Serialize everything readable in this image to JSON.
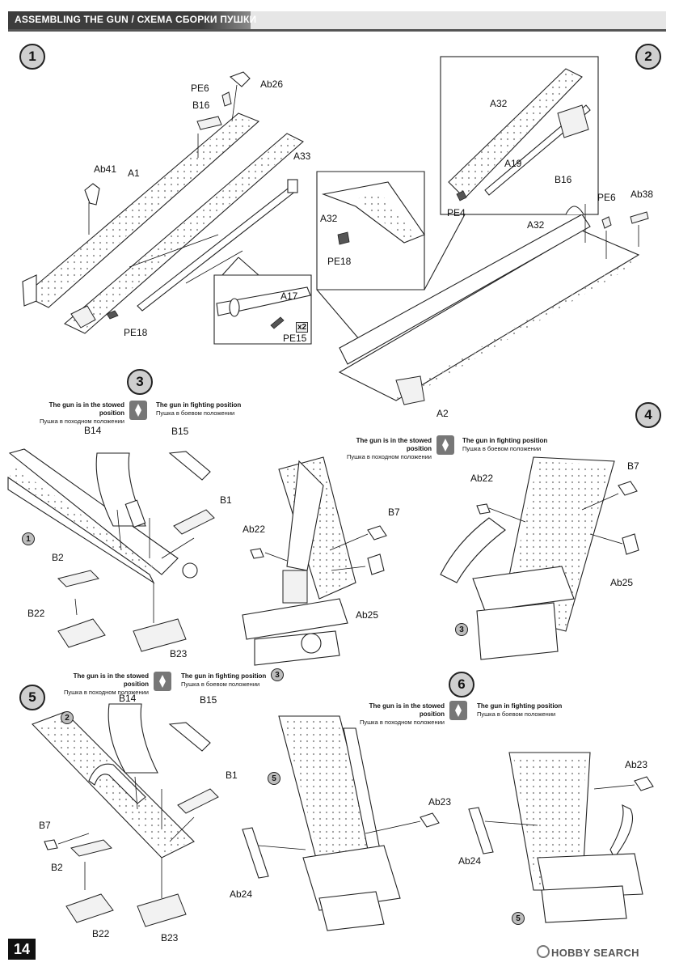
{
  "header": {
    "title_en": "ASSEMBLING THE GUN",
    "separator": " / ",
    "title_ru": "СХЕМА СБОРКИ ПУШКИ"
  },
  "page_number": "14",
  "watermark": "HOBBY SEARCH",
  "positions": {
    "stowed_en": "The gun is in the stowed position",
    "stowed_ru": "Пушка в походном положении",
    "fighting_en": "The gun in fighting position",
    "fighting_ru": "Пушка в боевом положении"
  },
  "steps": {
    "s1": {
      "number": "1",
      "labels": [
        "PE6",
        "Ab26",
        "B16",
        "A33",
        "Ab41",
        "A1",
        "PE18",
        "A17",
        "PE15"
      ],
      "multiplier": "x2"
    },
    "s2": {
      "number": "2",
      "labels": [
        "A32",
        "A19",
        "PE4",
        "A32",
        "PE18",
        "B16",
        "PE6",
        "Ab38",
        "A32",
        "A2"
      ]
    },
    "s3": {
      "number": "3",
      "labels": [
        "B14",
        "B15",
        "B1",
        "B2",
        "B22",
        "B23"
      ],
      "ref": "1"
    },
    "s4": {
      "number": "4",
      "labels": [
        "Ab22",
        "B7",
        "Ab25",
        "Ab22",
        "B7",
        "Ab25"
      ],
      "ref": "3"
    },
    "s5": {
      "number": "5",
      "labels": [
        "B14",
        "B15",
        "B1",
        "B7",
        "B2",
        "B22",
        "B23"
      ],
      "ref": "2"
    },
    "s6": {
      "number": "6",
      "labels": [
        "Ab23",
        "Ab24",
        "Ab23",
        "Ab24"
      ],
      "ref": "5"
    }
  }
}
